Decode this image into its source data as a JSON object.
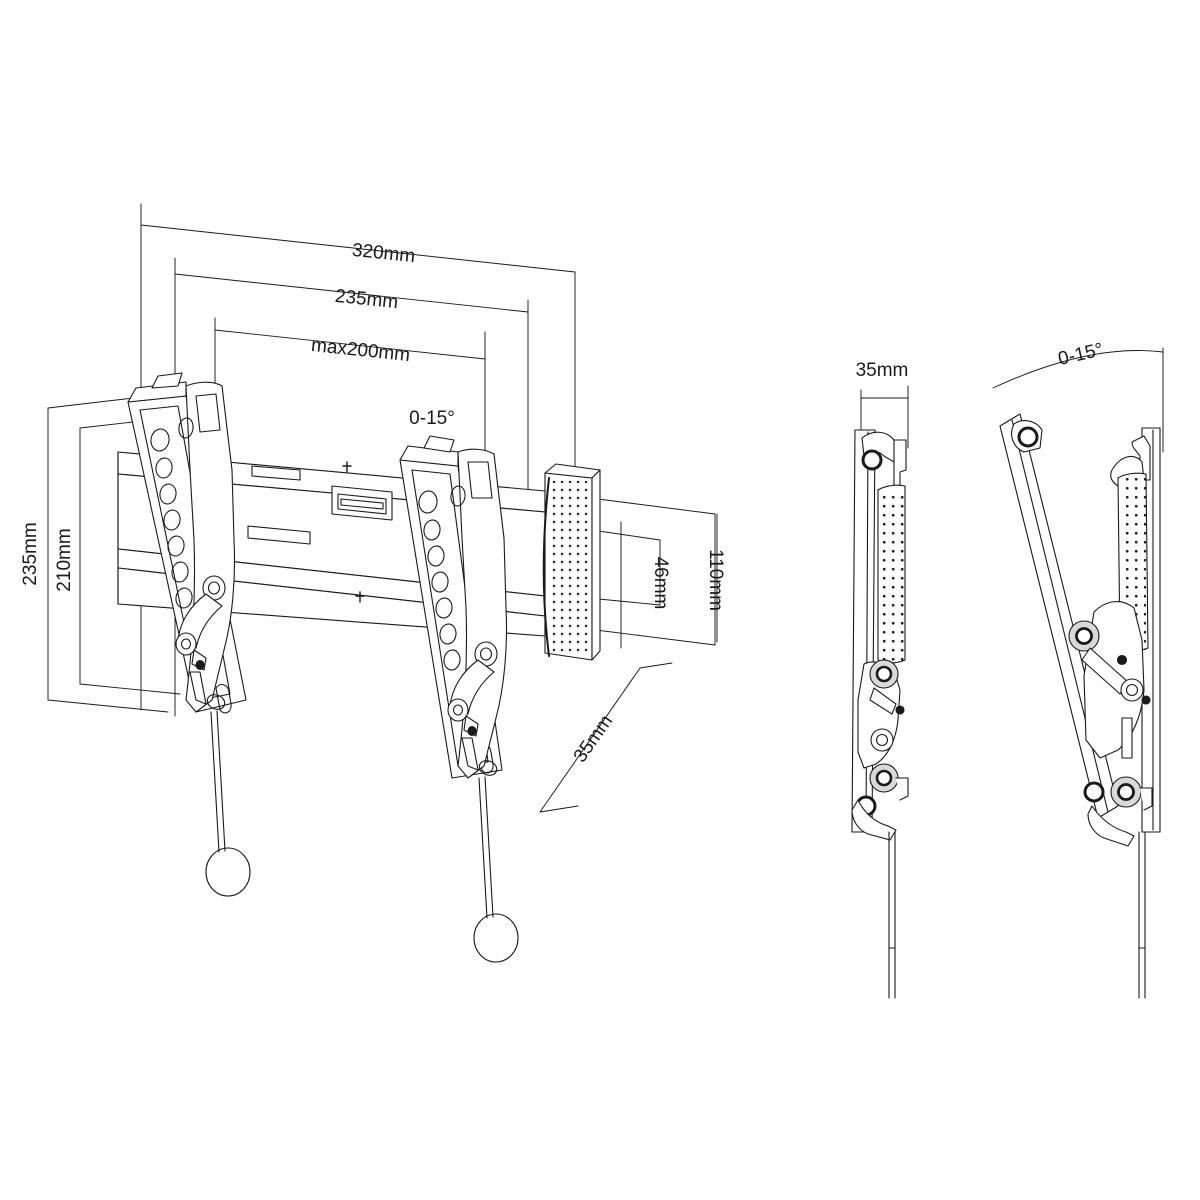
{
  "document": {
    "type": "technical-dimension-drawing",
    "subject": "Tilting TV wall mount bracket",
    "background_color": "#ffffff",
    "line_color": "#1a1a1a",
    "text_color": "#1a1a1a"
  },
  "views": [
    {
      "id": "front-perspective",
      "name": "Front perspective view of tilt wall mount",
      "description": "Wall plate rail with two vertical TV arms, tilt mechanism and pull cords"
    },
    {
      "id": "side-profile-flat",
      "name": "Side profile view, 0 degree (flat)",
      "description": "Side section showing bracket depth with dotted pad texture"
    },
    {
      "id": "side-profile-tilted",
      "name": "Side profile view, tilted 15 degrees",
      "description": "Side section showing screen arm tilted forward"
    }
  ],
  "dimensions": {
    "overall_width": {
      "label": "320mm",
      "value": 320,
      "unit": "mm",
      "orientation": "horizontal",
      "view": "front-perspective"
    },
    "plate_width": {
      "label": "235mm",
      "value": 235,
      "unit": "mm",
      "orientation": "horizontal",
      "view": "front-perspective"
    },
    "max_vesa_width": {
      "label": "max200mm",
      "value": 200,
      "unit": "mm",
      "orientation": "horizontal",
      "view": "front-perspective"
    },
    "overall_height": {
      "label": "235mm",
      "value": 235,
      "unit": "mm",
      "orientation": "vertical",
      "view": "front-perspective"
    },
    "arm_height": {
      "label": "210mm",
      "value": 210,
      "unit": "mm",
      "orientation": "vertical",
      "view": "front-perspective"
    },
    "inner_height": {
      "label": "46mm",
      "value": 46,
      "unit": "mm",
      "orientation": "vertical",
      "view": "front-perspective"
    },
    "plate_height": {
      "label": "110mm",
      "value": 110,
      "unit": "mm",
      "orientation": "vertical",
      "view": "front-perspective"
    },
    "depth_front": {
      "label": "35mm",
      "value": 35,
      "unit": "mm",
      "orientation": "angled",
      "view": "front-perspective"
    },
    "depth_side": {
      "label": "35mm",
      "value": 35,
      "unit": "mm",
      "orientation": "horizontal",
      "view": "side-profile-flat"
    }
  },
  "angles": {
    "tilt_front": {
      "label": "0-15°",
      "min": 0,
      "max": 15,
      "unit": "degrees",
      "view": "front-perspective"
    },
    "tilt_side": {
      "label": "0-15°",
      "min": 0,
      "max": 15,
      "unit": "degrees",
      "view": "side-profile-tilted"
    }
  }
}
